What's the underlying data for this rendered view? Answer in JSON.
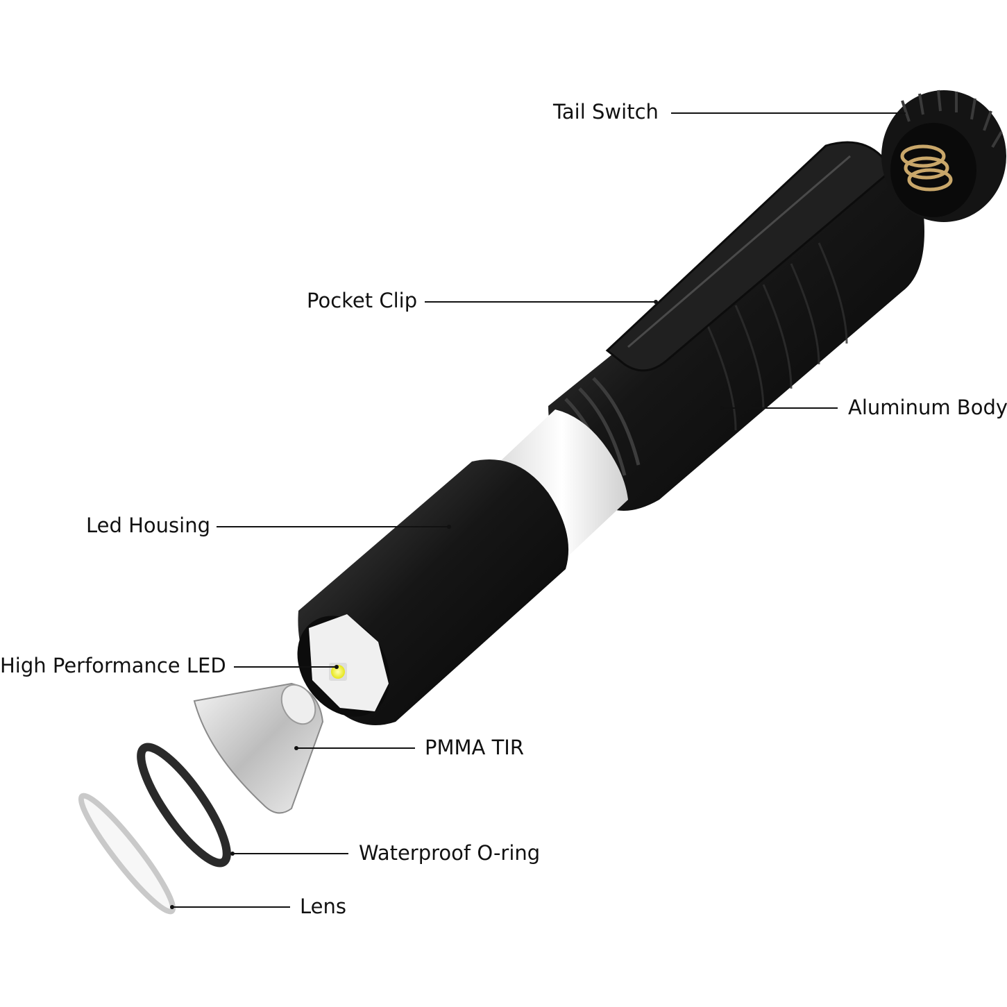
{
  "diagram": {
    "colors": {
      "background": "#ffffff",
      "body": "#1a1a1a",
      "body_highlight": "#3a3a3a",
      "battery": "#f4f4f4",
      "spring": "#c9a76a",
      "led": "#f2f23a",
      "leader_line": "#111111",
      "lens": "#d8d8d8"
    },
    "labels": {
      "tail_switch": "Tail Switch",
      "pocket_clip": "Pocket Clip",
      "aluminum_body": "Aluminum Body",
      "led_housing": "Led Housing",
      "high_performance_led": "High Performance LED",
      "pmma_tir": "PMMA TIR",
      "waterproof_oring": "Waterproof O-ring",
      "lens": "Lens"
    }
  }
}
